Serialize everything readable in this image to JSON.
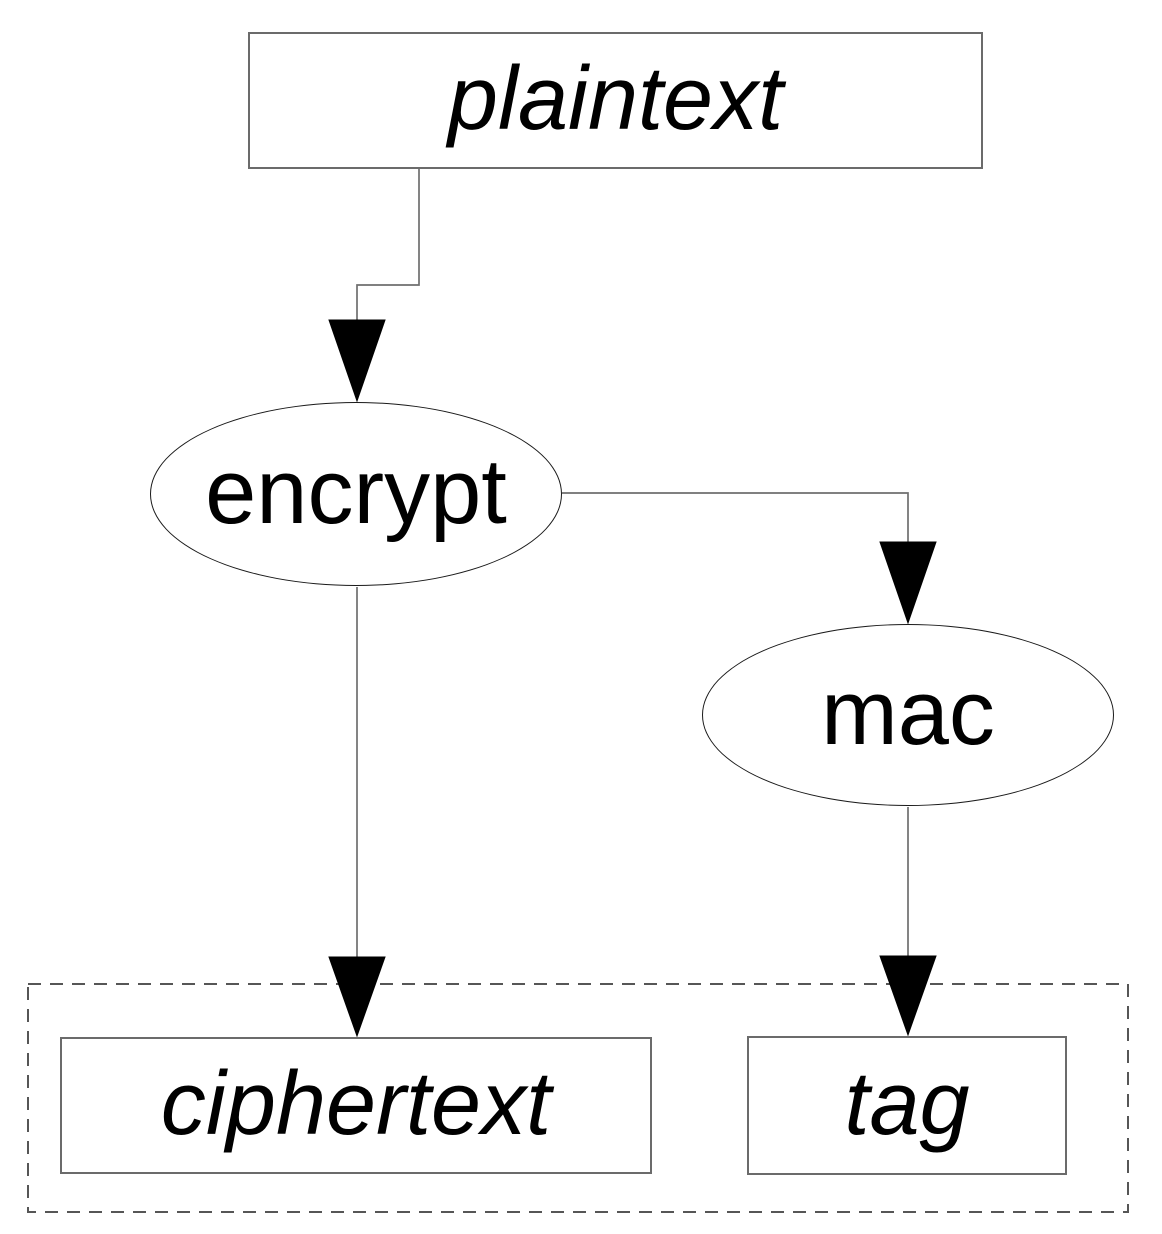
{
  "nodes": {
    "plaintext": {
      "label": "plaintext",
      "shape": "rect"
    },
    "encrypt": {
      "label": "encrypt",
      "shape": "ellipse"
    },
    "mac": {
      "label": "mac",
      "shape": "ellipse"
    },
    "ciphertext": {
      "label": "ciphertext",
      "shape": "rect"
    },
    "tag": {
      "label": "tag",
      "shape": "rect"
    }
  },
  "edges": [
    {
      "from": "plaintext",
      "to": "encrypt",
      "arrow": "filled-triangle"
    },
    {
      "from": "encrypt",
      "to": "mac",
      "arrow": "filled-triangle"
    },
    {
      "from": "encrypt",
      "to": "ciphertext",
      "arrow": "filled-triangle"
    },
    {
      "from": "mac",
      "to": "tag",
      "arrow": "filled-triangle"
    }
  ],
  "groups": [
    {
      "style": "dashed-rect",
      "members": [
        "ciphertext",
        "tag"
      ]
    }
  ],
  "colors": {
    "background": "#ffffff",
    "text": "#000000",
    "node_border": "#6b6b6b",
    "ellipse_border": "#1a1a1a",
    "edge": "#6f6f6f",
    "arrowhead": "#000000",
    "group_border": "#565656"
  }
}
